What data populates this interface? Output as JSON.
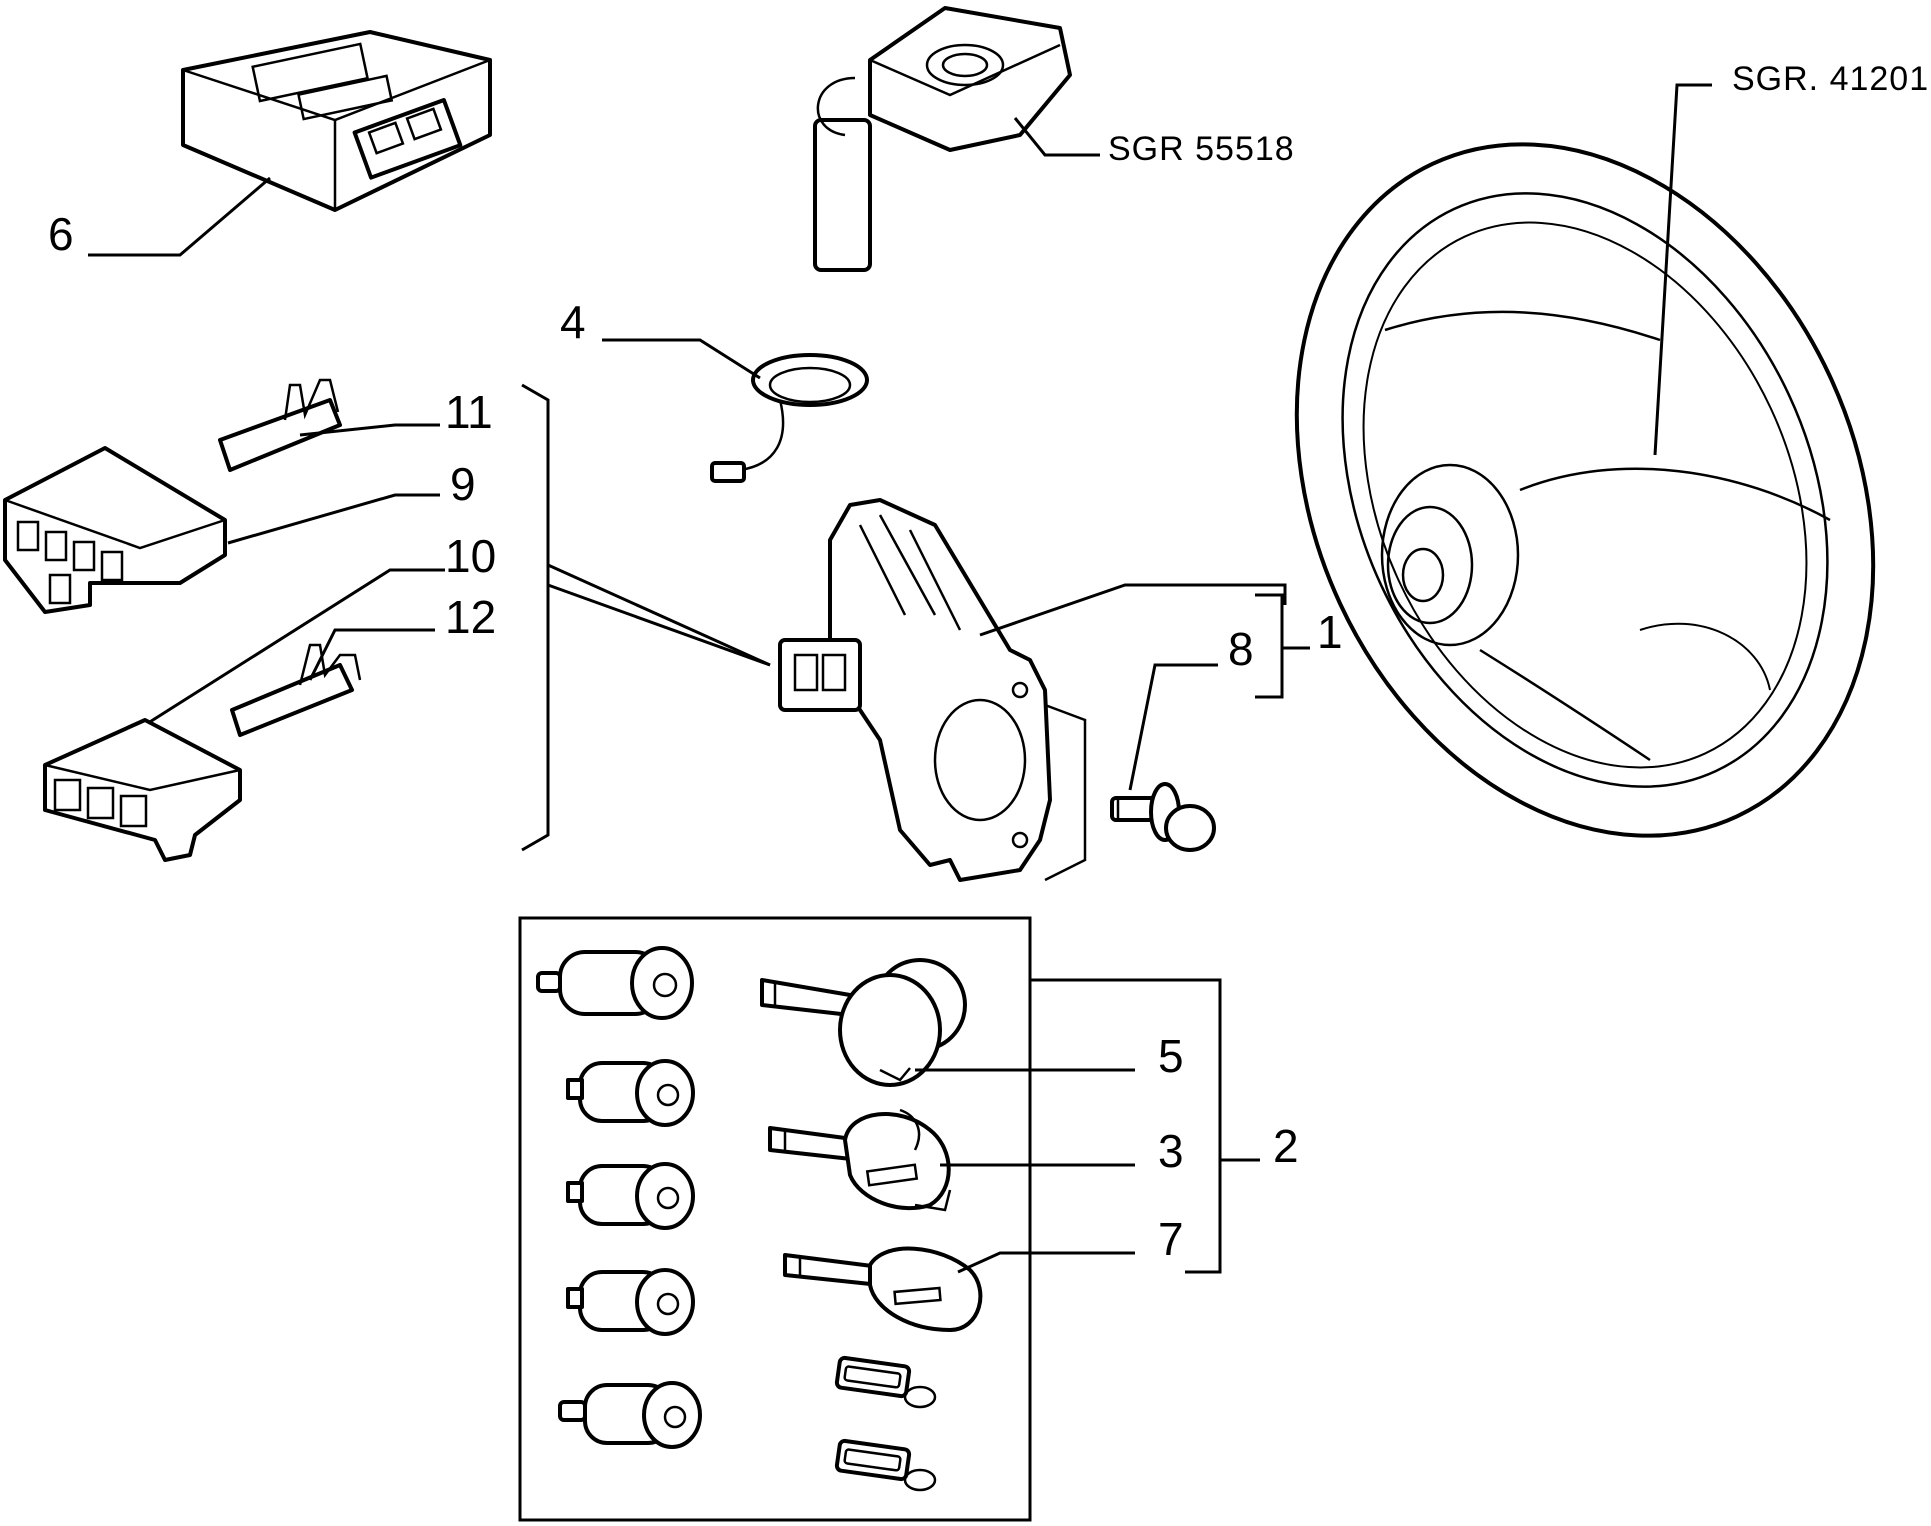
{
  "callouts": {
    "c1": "1",
    "c2": "2",
    "c3": "3",
    "c4": "4",
    "c5": "5",
    "c6": "6",
    "c7": "7",
    "c8": "8",
    "c9": "9",
    "c10": "10",
    "c11": "11",
    "c12": "12"
  },
  "references": {
    "transponder_key_ref": "SGR 55518",
    "steering_wheel_ref": "SGR. 41201"
  }
}
